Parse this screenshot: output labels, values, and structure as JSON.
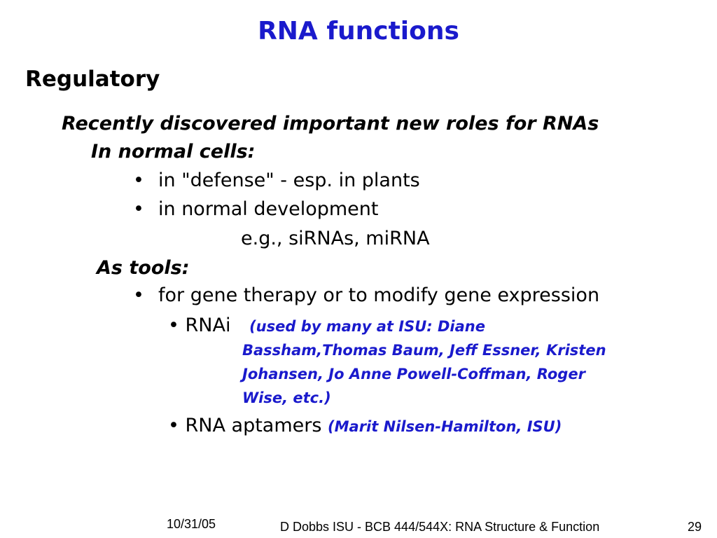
{
  "slide": {
    "title": "RNA functions",
    "heading": "Regulatory",
    "lead": "Recently discovered important new roles for RNAs",
    "normal_cells_label": "In normal cells:",
    "normal_bullets": [
      "in \"defense\" - esp. in plants",
      "in normal development"
    ],
    "example_line": "e.g., siRNAs, miRNA",
    "tools_label": "As tools:",
    "tools_bullet": "for gene therapy or to modify gene expression",
    "rnai": {
      "label": "RNAi",
      "ref_line1": "(used by many at ISU:  Diane",
      "ref_line2": "Bassham,Thomas Baum, Jeff Essner, Kristen",
      "ref_line3": "Johansen, Jo Anne Powell-Coffman, Roger",
      "ref_line4": "Wise, etc.)"
    },
    "aptamers": {
      "label": "RNA aptamers",
      "ref": "(Marit Nilsen-Hamilton, ISU)"
    },
    "bullet_glyph": "•"
  },
  "footer": {
    "date": "10/31/05",
    "course": "D Dobbs ISU - BCB 444/544X: RNA Structure & Function",
    "page": "29"
  },
  "colors": {
    "accent_blue": "#1a1acc",
    "text": "#000000",
    "background": "#ffffff"
  }
}
